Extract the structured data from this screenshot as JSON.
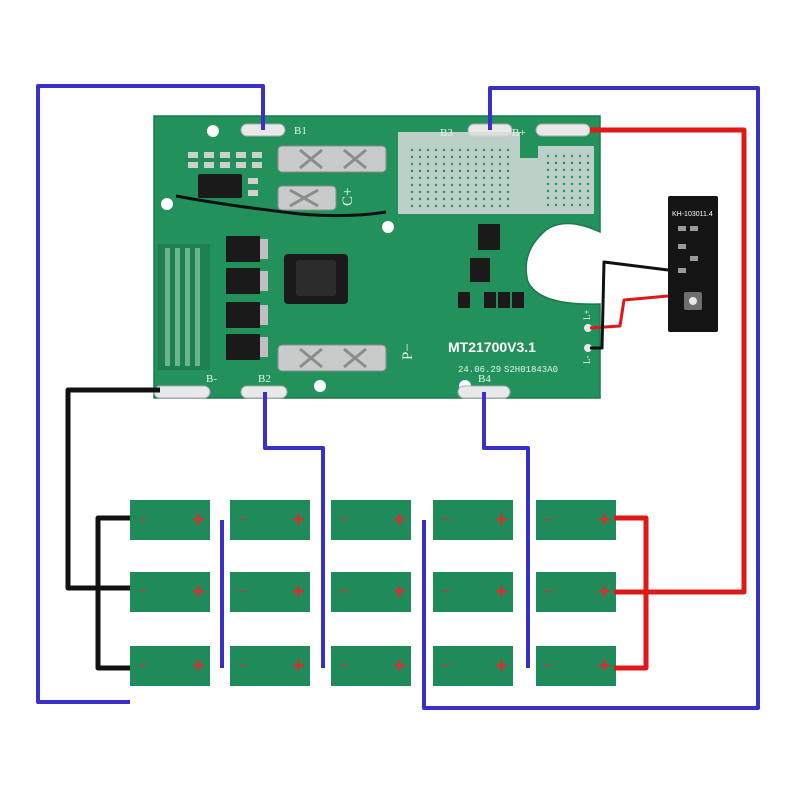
{
  "board": {
    "model": "MT21700V3.1",
    "date_code": "24.06.29",
    "serial": "S2H01843A0",
    "pads": {
      "b1": "B1",
      "b2": "B2",
      "b3": "B3",
      "b4": "B4",
      "b_plus": "B+",
      "b_minus": "B-",
      "c_plus": "C+",
      "p_minus": "P−",
      "l_plus": "L+",
      "l_minus": "L-"
    }
  },
  "indicator_board": {
    "model": "KH-103011.4"
  },
  "cells": {
    "rows": 3,
    "columns": 5,
    "positive_symbol": "+",
    "negative_symbol": "−"
  },
  "colors": {
    "board": "#22915c",
    "wire_balance": "#3a2fc6",
    "wire_positive": "#e01818",
    "wire_negative": "#111111",
    "cell_body": "#1f8a5a",
    "cell_terminal": "#d43030"
  }
}
